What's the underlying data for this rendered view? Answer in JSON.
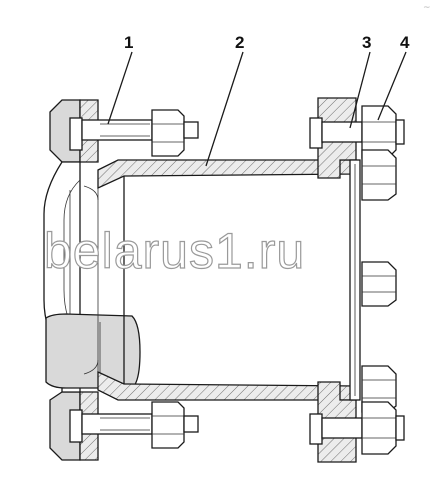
{
  "callouts": [
    {
      "id": "1",
      "label": "1"
    },
    {
      "id": "2",
      "label": "2"
    },
    {
      "id": "3",
      "label": "3"
    },
    {
      "id": "4",
      "label": "4"
    }
  ],
  "watermark": "belarus1.ru",
  "corner_mark": "~"
}
